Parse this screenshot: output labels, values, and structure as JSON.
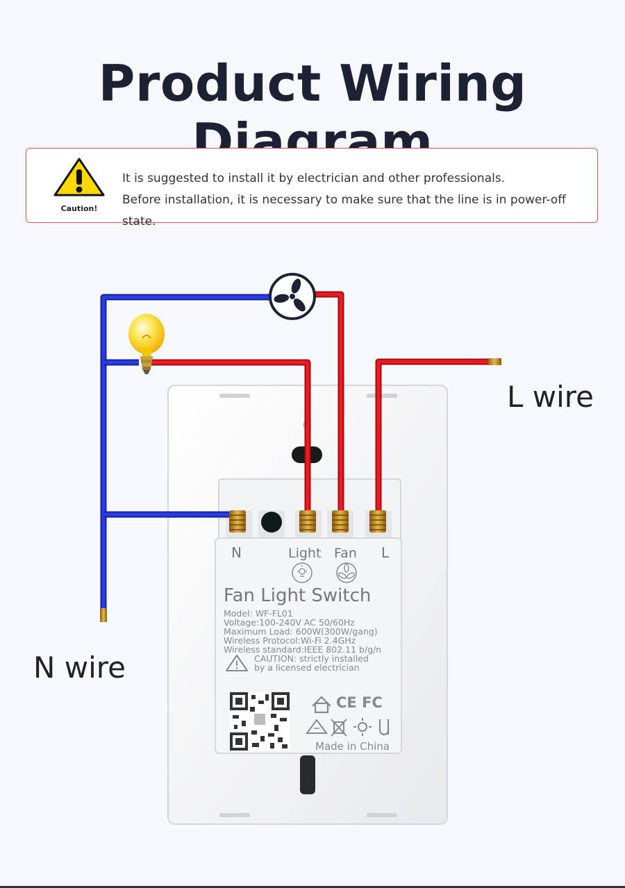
{
  "title": "Product Wiring Diagram",
  "caution": {
    "label": "Caution!",
    "lines": [
      "It is suggested to install it by electrician and other professionals.",
      "Before installation, it is necessary to make sure that the line is in power-off state."
    ]
  },
  "labels": {
    "l_wire": "L wire",
    "n_wire": "N wire"
  },
  "device": {
    "terminal_n": "N",
    "terminal_light": "Light",
    "terminal_fan": "Fan",
    "terminal_l": "L",
    "name": "Fan Light Switch",
    "specs": [
      "Model: WF-FL01",
      "Voltage:100-240V AC 50/60Hz",
      "Maximum Load: 600W(300W/gang)",
      "Wireless Protocol:Wi-Fi 2.4GHz",
      "Wireless standard:IEEE 802.11 b/g/n"
    ],
    "caution_lines": [
      "CAUTION: strictly installed",
      "by a licensed electrician"
    ],
    "cert_marks": "CE FC",
    "made_in": "Made in China"
  },
  "colors": {
    "neutral_wire": "#1a2fcc",
    "live_wire": "#e3141b",
    "terminal_brass": "#c8962a",
    "caution_border": "#d9534f"
  }
}
